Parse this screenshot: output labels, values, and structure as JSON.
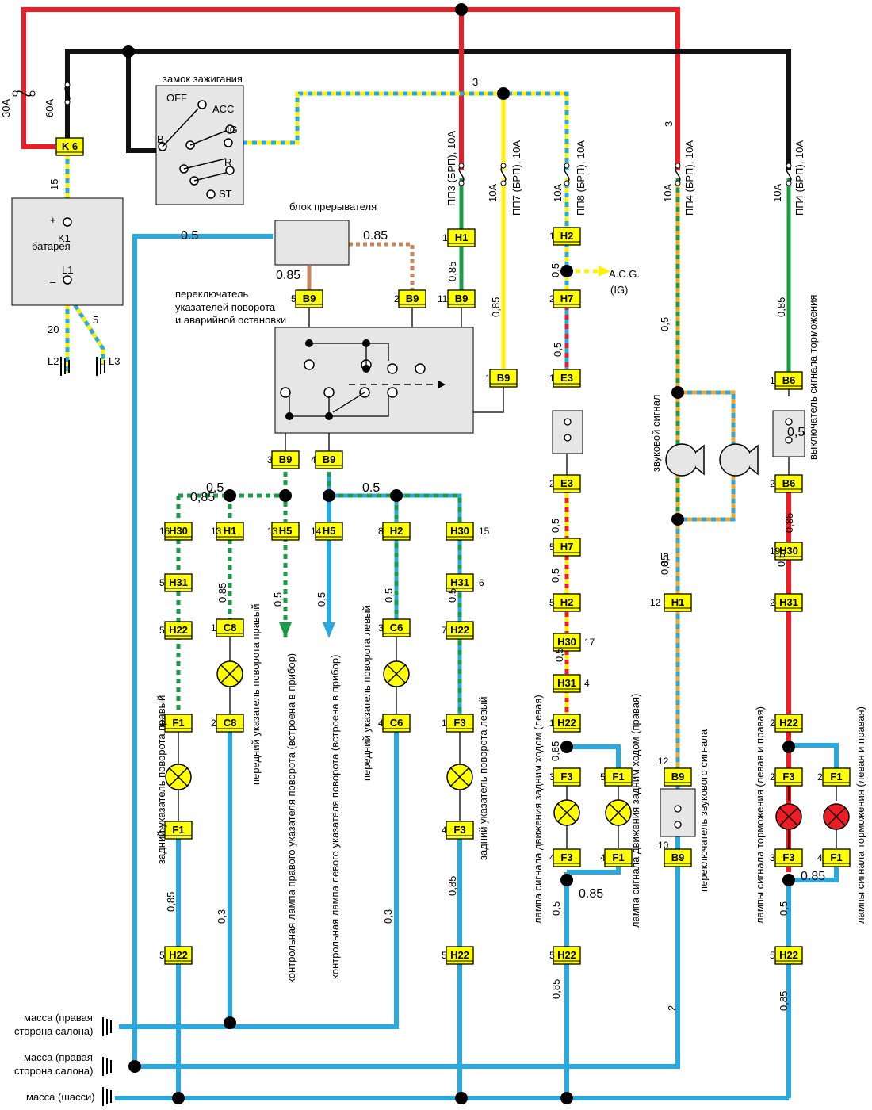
{
  "colors": {
    "red": "#ee1c24",
    "black": "#111111",
    "blue": "#2aa9e0",
    "yellow": "#fff200",
    "green": "#1a9c47",
    "brown": "#c8865a",
    "orange": "#f5a623",
    "box": "#e6e6e6",
    "lamp_yellow": "#ffff00",
    "lamp_red": "#ee1c24"
  },
  "labels": {
    "fuse_30a": "30A",
    "fuse_60a": "60A",
    "k6": "K 6",
    "wire_15": "15",
    "battery_title": "батарея",
    "battery_plus": "+",
    "battery_k1": "K1",
    "battery_l1": "L1",
    "battery_minus": "–",
    "wire_20": "20",
    "wire_5": "5",
    "l2": "L2",
    "l3": "L3",
    "ignition_title": "замок зажигания",
    "ign_off": "OFF",
    "ign_acc": "ACC",
    "ign_ig": "IG",
    "ign_b": "B",
    "ign_r": "R",
    "ign_st": "ST",
    "wire_3_left": "3",
    "wire_3_right": "3",
    "fuse_pp3": "ПП3 (БРП), 10A",
    "fuse_pp7": "ПП7 (БРП), 10A",
    "fuse_pp7_amp": "10A",
    "fuse_pp8": "ПП8 (БРП), 10A",
    "fuse_pp8_amp": "10A",
    "fuse_pp4a": "ПП4 (БРП), 10A",
    "fuse_pp4a_amp": "10A",
    "fuse_pp4b": "ПП4 (БРП), 10A",
    "fuse_pp4b_amp": "10A",
    "flasher_title": "блок прерывателя",
    "acg": "A.C.G.",
    "acg_ig": "(IG)",
    "switch_title_1": "переключатель",
    "switch_title_2": "указателей  поворота",
    "switch_title_3": "и аварийной остановки",
    "horn": "звуковой сигнал",
    "brake_switch": "выключатель сигнала торможения",
    "rr_turn": "задний указатель поворота правый",
    "fr_turn": "передний указатель поворота правый",
    "ctrl_right": "контрольная лампа правого указателя поворота (встроена в прибор)",
    "ctrl_left": "контрольная лампа левого   указателя поворота (встроена в прибор)",
    "fl_turn": "передний указатель поворота левый",
    "rl_turn": "задний указатель поворота левый",
    "rev_left": "лампа сигнала движения задним ходом (левая)",
    "rev_right": "лампа сигнала движения задним ходом (правая)",
    "horn_switch": "переключатель звукового сигнала",
    "stop_1": "лампы сигнала торможения (левая и правая)",
    "stop_2": "лампы сигнала торможения (левая и правая)",
    "gnd_1a": "масса (правая",
    "gnd_1b": "сторона салона)",
    "gnd_2a": "масса (правая",
    "gnd_2b": "сторона салона)",
    "gnd_3": "масса (шасси)"
  },
  "gauges": [
    "0.5",
    "0.85",
    "0.85",
    "0,85",
    "0,5",
    "0,85",
    "0,5",
    "0,5",
    "0,85",
    "0,5",
    "0,85",
    "0,5",
    "0,5",
    "0,5",
    "0,85",
    "0,5",
    "0,5",
    "0,85",
    "0,85",
    "0,5",
    "0.5",
    "0.85",
    "0,5",
    "0,5",
    "0,5",
    "0,5",
    "0,85",
    "0,3",
    "0,3",
    "0,85",
    "0,5",
    "0.85",
    "0,85",
    "0,5",
    "0,85",
    "0.85",
    "2",
    "0,5",
    "0,85"
  ],
  "connectors": [
    {
      "id": "H1",
      "pins": "1"
    },
    {
      "id": "B9",
      "pins": "11"
    },
    {
      "id": "B9",
      "pins": "5"
    },
    {
      "id": "B9",
      "pins": "2"
    },
    {
      "id": "B9",
      "pins": "1"
    },
    {
      "id": "H2",
      "pins": "1"
    },
    {
      "id": "H7",
      "pins": "2"
    },
    {
      "id": "E3",
      "pins": "1"
    },
    {
      "id": "E3",
      "pins": "2"
    },
    {
      "id": "H7",
      "pins": "5"
    },
    {
      "id": "H2",
      "pins": "5"
    },
    {
      "id": "H30",
      "pins": "17"
    },
    {
      "id": "H31",
      "pins": "4"
    },
    {
      "id": "H22",
      "pins": "1"
    },
    {
      "id": "B9",
      "pins": "3"
    },
    {
      "id": "B9",
      "pins": "4"
    },
    {
      "id": "H30",
      "pins": "16"
    },
    {
      "id": "H31",
      "pins": "5"
    },
    {
      "id": "H22",
      "pins": "5"
    },
    {
      "id": "F1",
      "pins": "1"
    },
    {
      "id": "F1",
      "pins": "4"
    },
    {
      "id": "H22",
      "pins": "5"
    },
    {
      "id": "H1",
      "pins": "13"
    },
    {
      "id": "C8",
      "pins": "1"
    },
    {
      "id": "C8",
      "pins": "2"
    },
    {
      "id": "H5",
      "pins": "13"
    },
    {
      "id": "H5",
      "pins": "14"
    },
    {
      "id": "H2",
      "pins": "8"
    },
    {
      "id": "C6",
      "pins": "3"
    },
    {
      "id": "C6",
      "pins": "4"
    },
    {
      "id": "H30",
      "pins": "15"
    },
    {
      "id": "H31",
      "pins": "6"
    },
    {
      "id": "H22",
      "pins": "7"
    },
    {
      "id": "F3",
      "pins": "1"
    },
    {
      "id": "F3",
      "pins": "4"
    },
    {
      "id": "H22",
      "pins": "5"
    },
    {
      "id": "F3",
      "pins": "3"
    },
    {
      "id": "F1",
      "pins": "5"
    },
    {
      "id": "F3",
      "pins": "4"
    },
    {
      "id": "F1",
      "pins": "4"
    },
    {
      "id": "H22",
      "pins": "5"
    },
    {
      "id": "H1",
      "pins": "12"
    },
    {
      "id": "B9",
      "pins": "12"
    },
    {
      "id": "B9",
      "pins": "10"
    },
    {
      "id": "B6",
      "pins": "1"
    },
    {
      "id": "B6",
      "pins": "2"
    },
    {
      "id": "H30",
      "pins": "19"
    },
    {
      "id": "H31",
      "pins": "2"
    },
    {
      "id": "H22",
      "pins": "2"
    },
    {
      "id": "F3",
      "pins": "2"
    },
    {
      "id": "F1",
      "pins": "2"
    },
    {
      "id": "F3",
      "pins": "3"
    },
    {
      "id": "F1",
      "pins": "4"
    },
    {
      "id": "H22",
      "pins": "5"
    }
  ],
  "pin_numbers": [
    "1",
    "2",
    "3",
    "1",
    "2"
  ]
}
